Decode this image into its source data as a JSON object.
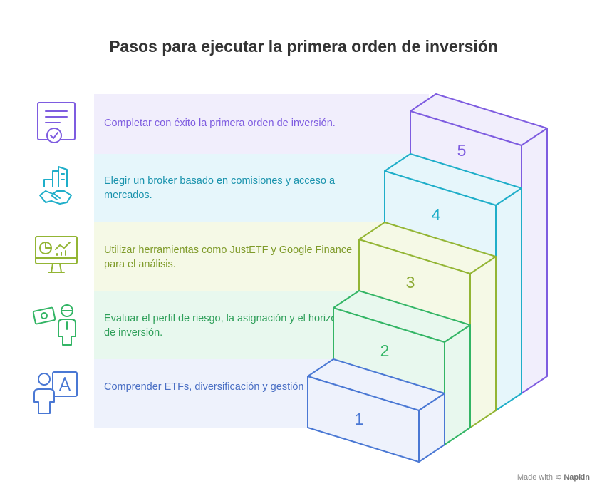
{
  "title": "Pasos para ejecutar la primera orden de inversión",
  "steps": [
    {
      "number": "1",
      "text": "Comprender ETFs, diversificación y gestión pasiva.",
      "color": "#4a78d4",
      "band": "#eef2fc",
      "icon": "user-letter-a-icon"
    },
    {
      "number": "2",
      "text": "Evaluar el perfil de riesgo, la asignación y el horizonte de inversión.",
      "color": "#33b565",
      "band": "#e8f8ee",
      "icon": "money-person-icon"
    },
    {
      "number": "3",
      "text": "Utilizar herramientas como JustETF y Google Finance para el análisis.",
      "color": "#93b534",
      "band": "#f5f9e6",
      "icon": "analytics-monitor-icon"
    },
    {
      "number": "4",
      "text": "Elegir un broker basado en comisiones y acceso a mercados.",
      "color": "#1faec9",
      "band": "#e6f6fb",
      "icon": "handshake-building-icon"
    },
    {
      "number": "5",
      "text": "Completar con éxito la primera orden de inversión.",
      "color": "#7e5ce0",
      "band": "#f1eefc",
      "icon": "certificate-check-icon"
    }
  ],
  "watermark": {
    "prefix": "Made with",
    "brand": "Napkin"
  }
}
